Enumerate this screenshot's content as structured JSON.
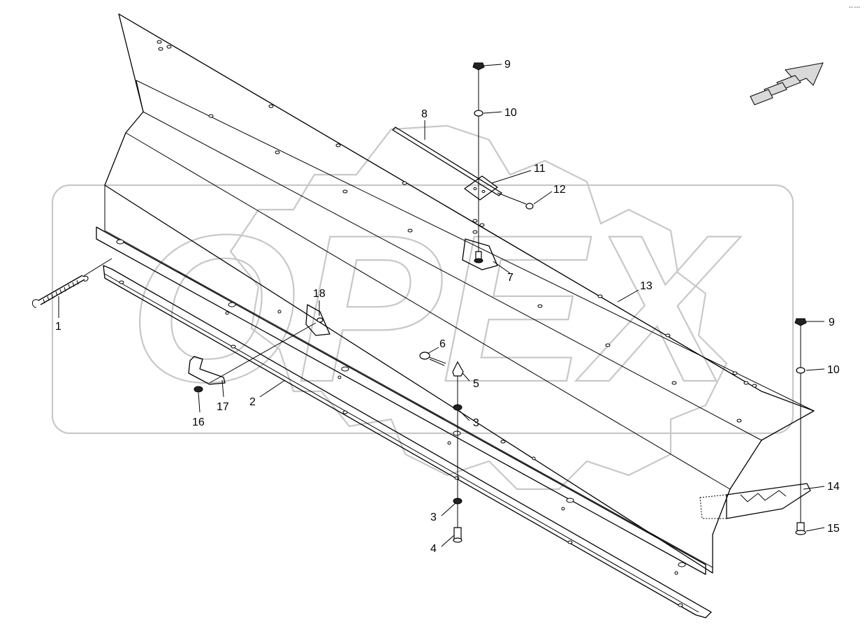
{
  "watermark": {
    "brand": "OPEX"
  },
  "corner_mark": "•• •••",
  "callouts": [
    {
      "id": "c1",
      "label": "1"
    },
    {
      "id": "c2",
      "label": "2"
    },
    {
      "id": "c3a",
      "label": "3"
    },
    {
      "id": "c3b",
      "label": "3"
    },
    {
      "id": "c4",
      "label": "4"
    },
    {
      "id": "c5",
      "label": "5"
    },
    {
      "id": "c6",
      "label": "6"
    },
    {
      "id": "c7",
      "label": "7"
    },
    {
      "id": "c8",
      "label": "8"
    },
    {
      "id": "c9a",
      "label": "9"
    },
    {
      "id": "c9b",
      "label": "9"
    },
    {
      "id": "c10a",
      "label": "10"
    },
    {
      "id": "c10b",
      "label": "10"
    },
    {
      "id": "c11",
      "label": "11"
    },
    {
      "id": "c12",
      "label": "12"
    },
    {
      "id": "c13",
      "label": "13"
    },
    {
      "id": "c14",
      "label": "14"
    },
    {
      "id": "c15",
      "label": "15"
    },
    {
      "id": "c16",
      "label": "16"
    },
    {
      "id": "c17",
      "label": "17"
    },
    {
      "id": "c18",
      "label": "18"
    }
  ],
  "icons": {
    "direction": "direction-arrow-icon"
  }
}
